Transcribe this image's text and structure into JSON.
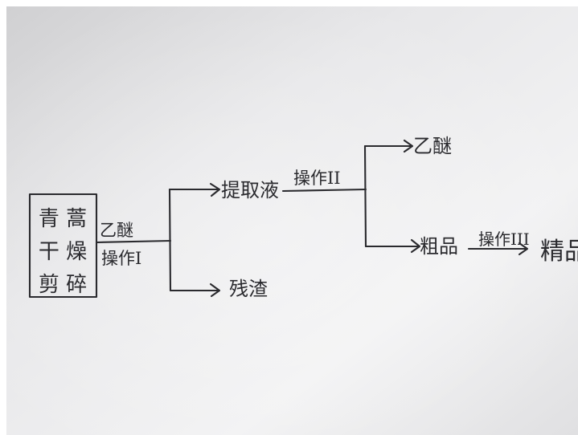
{
  "diagram": {
    "raw_material_box": {
      "lines": [
        "青 蒿",
        "干 燥",
        "剪 碎"
      ]
    },
    "step1": {
      "reagent": "乙醚",
      "operation": "操作I"
    },
    "branch1": {
      "extract": "提取液",
      "residue": "残渣"
    },
    "step2": {
      "operation": "操作II"
    },
    "branch2": {
      "ether": "乙醚",
      "crude": "粗品"
    },
    "step3": {
      "operation": "操作III",
      "product": "精品"
    }
  }
}
